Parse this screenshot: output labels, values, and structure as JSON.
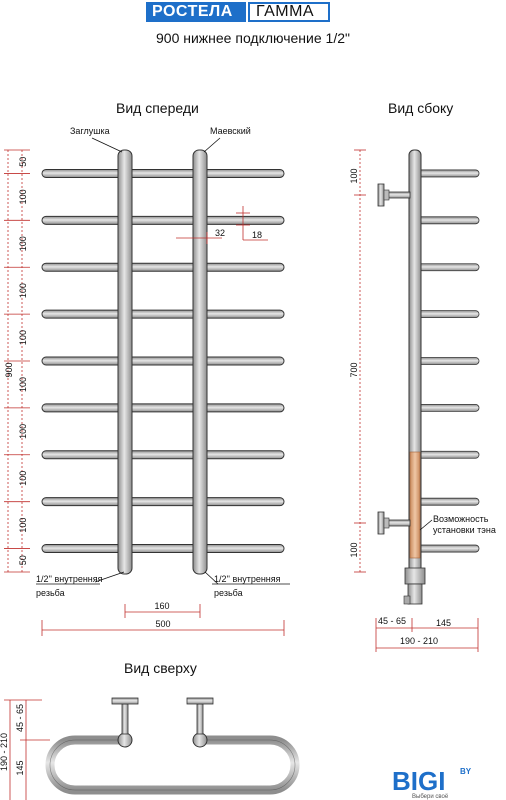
{
  "header": {
    "brand": "РОСТЕЛА",
    "model": "ГАММА",
    "subtitle": "900 нижнее подключение 1/2\""
  },
  "colors": {
    "accent": "#1e6fc9",
    "dimension": "#c0302e",
    "pipe": "#b8b8b8",
    "heater": "#d9a07a"
  },
  "front": {
    "title": "Вид спереди",
    "label_cap": "Заглушка",
    "label_valve": "Маевский",
    "bar_spacing": [
      "50",
      "100",
      "100",
      "100",
      "100",
      "100",
      "100",
      "100",
      "100",
      "50"
    ],
    "total_height": "900",
    "dim_pipe_gap": "32",
    "dim_bar_dia": "18",
    "thread_label": "1/2'' внутренняя\nрезьба",
    "thread_left_1": "1/2'' внутренняя",
    "thread_left_2": "резьба",
    "thread_right_1": "1/2'' внутренняя",
    "thread_right_2": "резьба",
    "dim_center": "160",
    "dim_width": "500"
  },
  "side": {
    "title": "Вид сбоку",
    "dim_top": "100",
    "dim_mid": "700",
    "dim_bottom": "100",
    "heater_label_1": "Возможность",
    "heater_label_2": "установки тэна",
    "dim_wall": "45 - 65",
    "dim_depth": "145",
    "dim_total": "190 - 210"
  },
  "top": {
    "title": "Вид сверху",
    "dim_wall": "45 - 65",
    "dim_total": "190 - 210",
    "dim_depth": "145"
  },
  "footer": {
    "logo_text": "BIGI",
    "logo_suffix": "BY",
    "logo_tagline": "Выбери своё"
  }
}
